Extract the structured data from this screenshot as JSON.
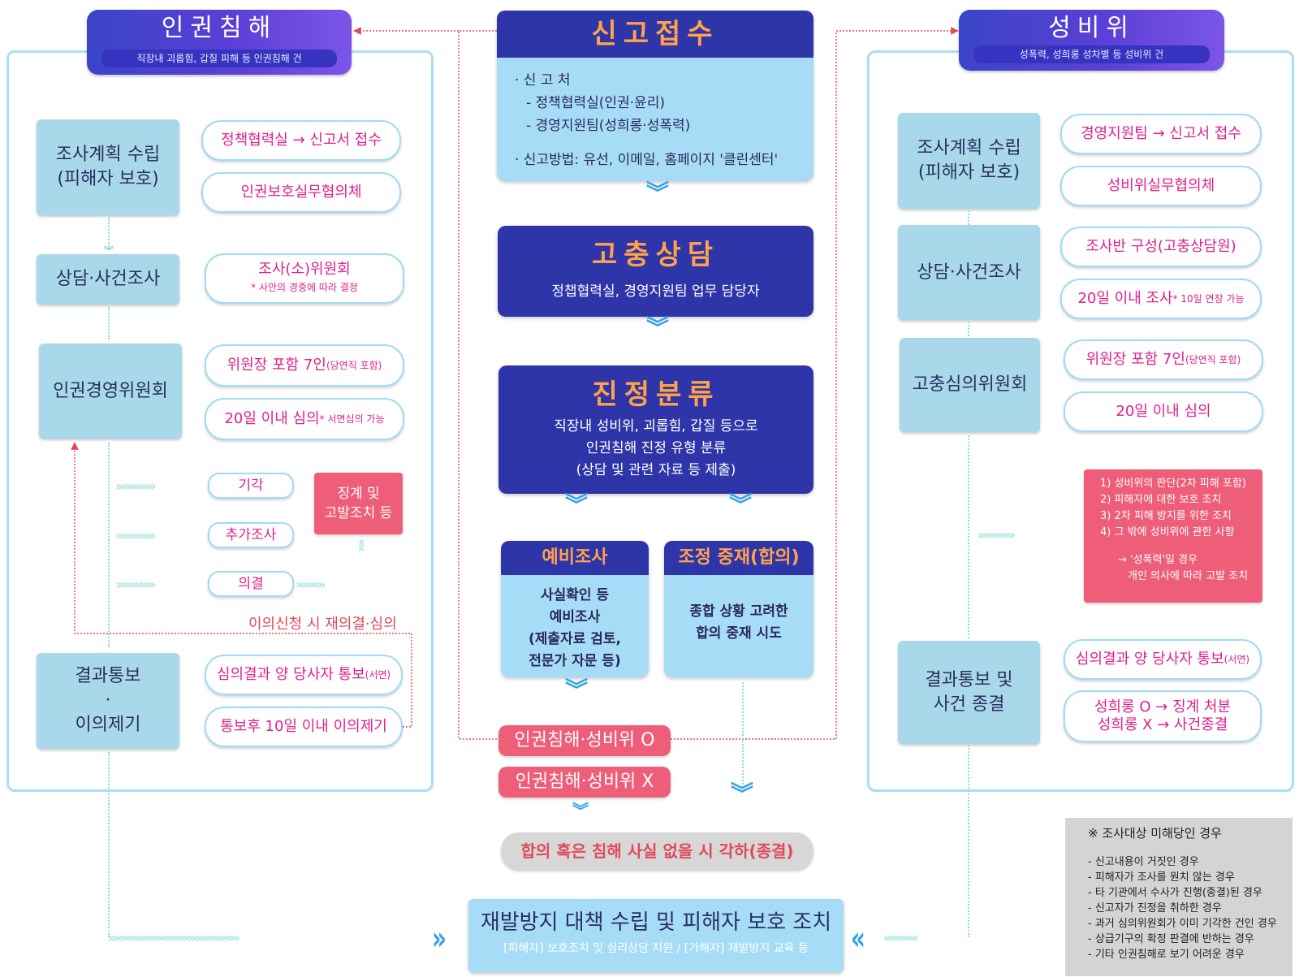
{
  "left": {
    "header_title": "인권침해",
    "header_sub": "직장내 괴롭힘, 갑질 피해 등 인권침해 건",
    "stage1": [
      "조사계획 수립",
      "(피해자 보호)"
    ],
    "stage1_items": [
      "정책협력실 → 신고서 접수",
      "인권보호실무협의체"
    ],
    "stage2": "상담·사건조사",
    "stage2_item": "조사(소)위원회",
    "stage2_note": "* 사안의 경중에 따라 결정",
    "stage3": "인권경영위원회",
    "stage3_items": [
      {
        "main": "위원장 포함 7인",
        "note": "(당연직 포함)"
      },
      {
        "main": "20일 이내 심의",
        "note": " * 서면심의 가능"
      }
    ],
    "outcomes": [
      "기각",
      "추가조사",
      "의결"
    ],
    "discipline": [
      "징계 및",
      "고발조치 등"
    ],
    "appeal": "이의신청 시 재의결·심의",
    "stage4": [
      "결과통보",
      "·",
      "이의제기"
    ],
    "stage4_items": [
      {
        "main": "심의결과 양 당사자 통보",
        "note": "(서면)"
      },
      {
        "main": "통보후 10일 이내 이의제기",
        "note": ""
      }
    ]
  },
  "center": {
    "report_title": "신고접수",
    "report_lines": [
      "· 신 고 처",
      "- 정책협력실(인권·윤리)",
      "- 경영지원팀(성희롱·성폭력)",
      "· 신고방법: 유선, 이메일, 홈페이지 '클린센터'"
    ],
    "counsel_title": "고충상담",
    "counsel_sub": "정챕협력실, 경영지원팀 업무 담당자",
    "classify_title": "진정분류",
    "classify_lines": [
      "직장내 성비위, 괴롭힘, 갑질 등으로",
      "인권침해 진정 유형 분류",
      "(상담 및 관련 자료 등 제출)"
    ],
    "pre_title": "예비조사",
    "pre_lines": [
      "사실확인 등",
      "예비조사",
      "(제출자료 검토,",
      "전문가 자문 등)"
    ],
    "med_title": "조정 중재(합의)",
    "med_lines": [
      "종합 상황 고려한",
      "합의 중재 시도"
    ],
    "yes": "인권침해·성비위 O",
    "no": "인권침해·성비위 X",
    "dismiss": "합의 혹은 침해 사실 없을 시 각하(종결)",
    "final_title": "재발방지 대책 수립 및 피해자 보호 조치",
    "final_sub": "[피해자] 보호조치 및 심리상담 지원 / [가해자] 재발방지 교육 등"
  },
  "right": {
    "header_title": "성비위",
    "header_sub": "성폭력, 성희롱 성차별 등 성비위 건",
    "stage1": [
      "조사계획 수립",
      "(피해자 보호)"
    ],
    "stage1_items": [
      "경영지원팀 → 신고서 접수",
      "성비위실무협의체"
    ],
    "stage2": "상담·사건조사",
    "stage2_items": [
      {
        "main": "조사반 구성(고충상담원)",
        "note": ""
      },
      {
        "main": "20일 이내 조사",
        "note": " * 10일 연장 가능"
      }
    ],
    "stage3": "고충심의위원회",
    "stage3_items": [
      {
        "main": "위원장 포함 7인",
        "note": "(당연직 포함)"
      },
      {
        "main": "20일 이내 심의",
        "note": ""
      }
    ],
    "measures": [
      "1) 성비위의 판단(2차 피해 포함)",
      "2) 피해자에 대한 보호 조치",
      "3) 2차 피해 방지를 위한 조치",
      "4) 그 밖에 성비위에 관한 사항"
    ],
    "measures_note": [
      "→ '성폭력'일 경우",
      "개인 의사에 따라 고발 조치"
    ],
    "stage4": [
      "결과통보 및",
      "사건 종결"
    ],
    "stage4_items": [
      {
        "main": "심의결과 양 당사자 통보",
        "note": "(서면)"
      },
      {
        "main": "성희롱 O → 징계 처분",
        "note": ""
      },
      {
        "main": "성희롱 X → 사건종결",
        "note": ""
      }
    ]
  },
  "note_box": {
    "title": "※ 조사대상 미해당인 경우",
    "items": [
      "- 신고내용이 거짓인 경우",
      "- 피해자가 조사를 원치 않는 경우",
      "- 타 기관에서 수사가 진행(종결)된 경우",
      "- 신고자가 진정을 취하한 경우",
      "- 과거 심의위원회가 이미 기각한 건인 경우",
      "- 상급기구의 확정 판결에 반하는 경우",
      "- 기타 인권침해로 보기 어려운 경우"
    ]
  },
  "colors": {
    "accent_pink": "#e0208a",
    "dark_blue": "#2e35a8",
    "light_blue": "#a6dcf5",
    "red": "#ee5e78",
    "orange": "#ffa24a"
  }
}
